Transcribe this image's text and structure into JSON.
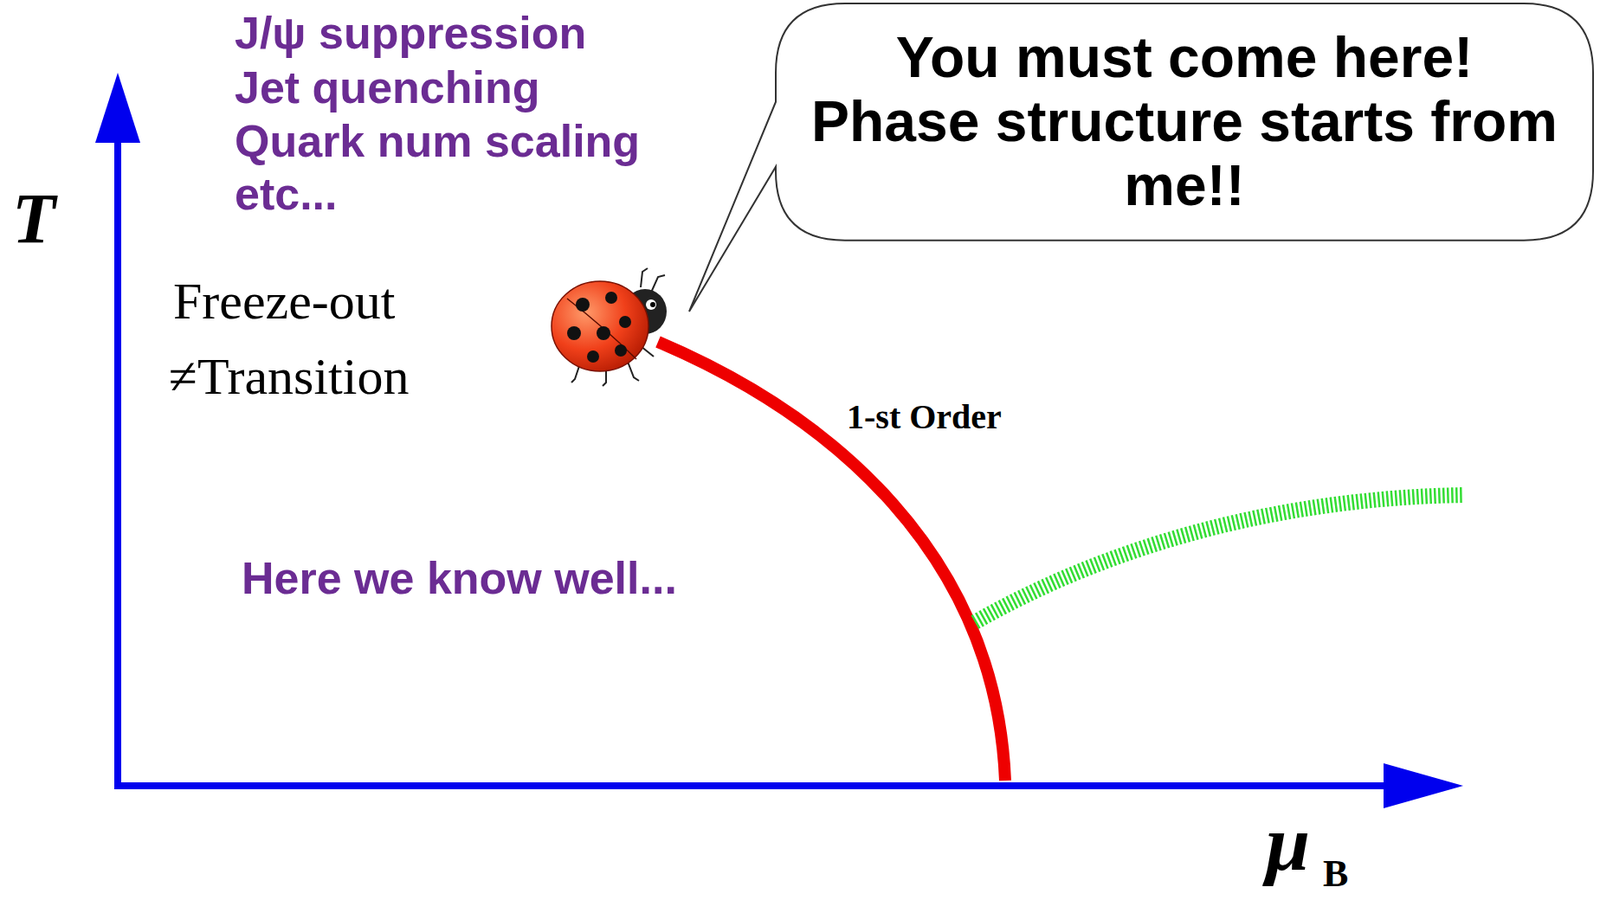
{
  "diagram": {
    "nodes": [
      {
        "text": [
          "You must come here! Phase structure starts from me!!"
        ]
      }
    ],
    "labels": [
      "J/ψ suppression",
      "Jet quenching",
      "Quark num scaling",
      "etc...",
      "T",
      "Freeze-out",
      "≠Transition",
      "1-st Order",
      "Here we know well...",
      "μ",
      "B"
    ]
  }
}
